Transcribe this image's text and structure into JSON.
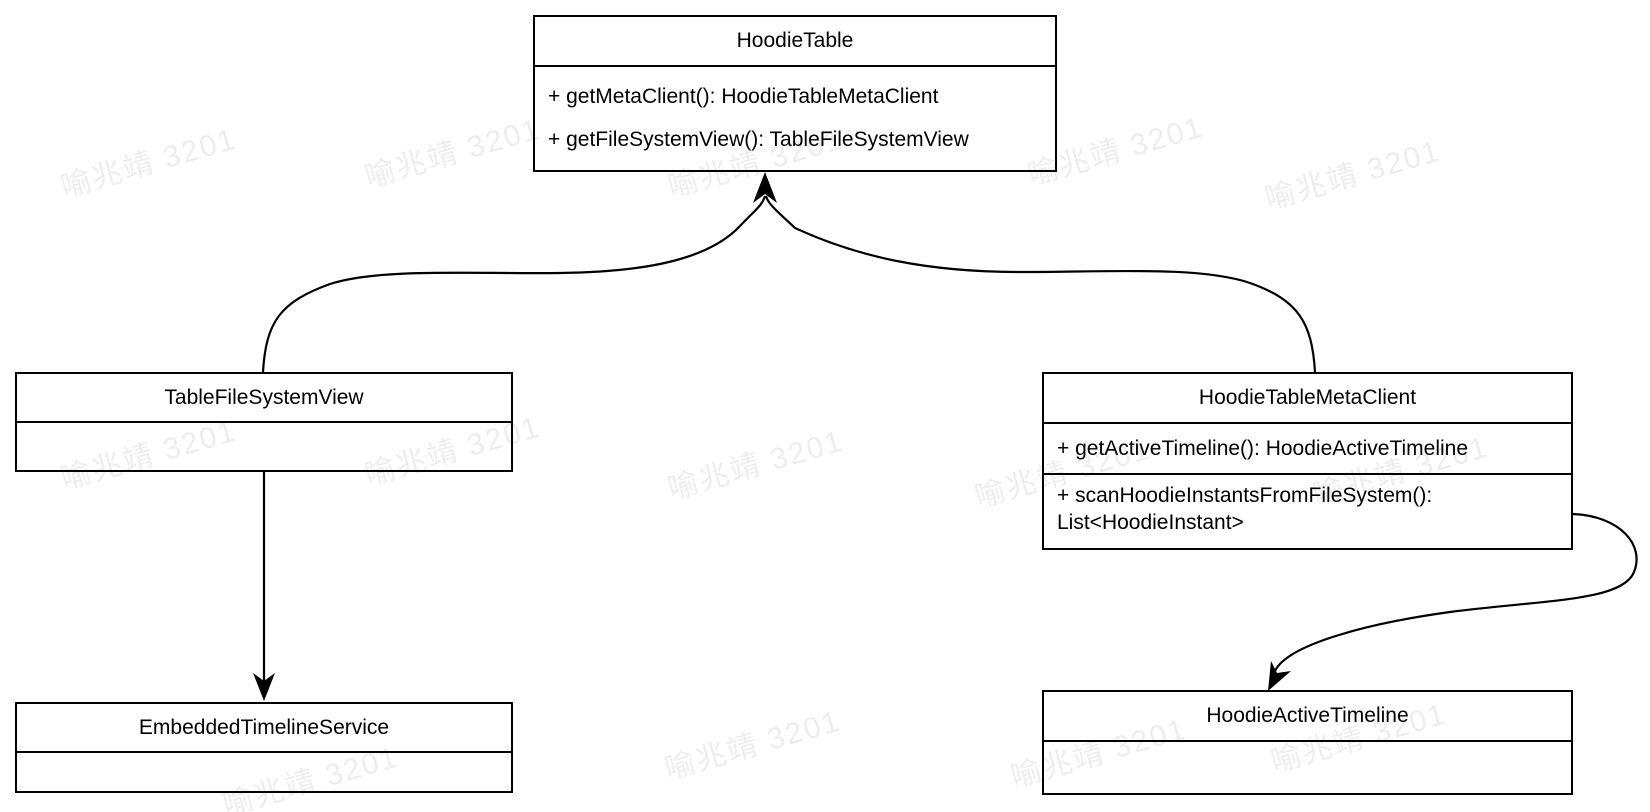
{
  "watermark": {
    "text": "喻兆靖 3201",
    "color": "rgba(0,0,0,0.07)"
  },
  "diagram": {
    "classes": [
      {
        "name": "HoodieTable",
        "methods": [
          "+ getMetaClient(): HoodieTableMetaClient",
          "+ getFileSystemView(): TableFileSystemView"
        ]
      },
      {
        "name": "TableFileSystemView",
        "methods": []
      },
      {
        "name": "HoodieTableMetaClient",
        "methods": [
          "+ getActiveTimeline(): HoodieActiveTimeline",
          "+ scanHoodieInstantsFromFileSystem(): List<HoodieInstant>"
        ]
      },
      {
        "name": "EmbeddedTimelineService",
        "methods": []
      },
      {
        "name": "HoodieActiveTimeline",
        "methods": []
      }
    ],
    "relations": [
      {
        "from": "TableFileSystemView",
        "to": "HoodieTable"
      },
      {
        "from": "HoodieTableMetaClient",
        "to": "HoodieTable"
      },
      {
        "from": "TableFileSystemView",
        "to": "EmbeddedTimelineService"
      },
      {
        "from": "HoodieTableMetaClient",
        "to": "HoodieActiveTimeline"
      }
    ],
    "colors": {
      "stroke": "#000000",
      "text": "#000000",
      "background": "#ffffff"
    }
  }
}
